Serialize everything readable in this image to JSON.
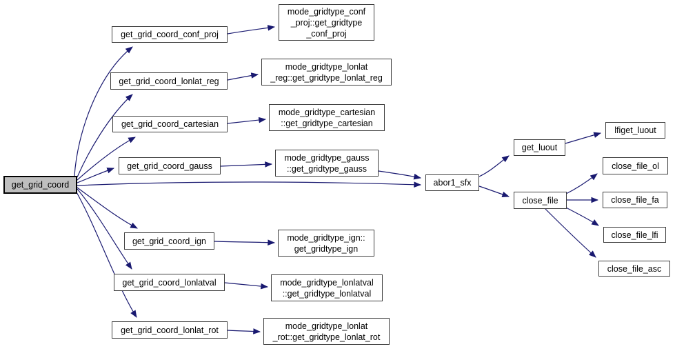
{
  "diagram": {
    "kind": "call-graph",
    "colors": {
      "edge": "#191970",
      "node_border": "#3d3d3d",
      "node_fill": "#ffffff",
      "highlight_node_fill": "#bfbfbf",
      "highlight_node_border": "#000000"
    },
    "nodes": {
      "main": {
        "label": "get_grid_coord"
      },
      "conf_proj": {
        "label": "get_grid_coord_conf_proj"
      },
      "lonlat_reg": {
        "label": "get_grid_coord_lonlat_reg"
      },
      "cartesian": {
        "label": "get_grid_coord_cartesian"
      },
      "gauss": {
        "label": "get_grid_coord_gauss"
      },
      "ign": {
        "label": "get_grid_coord_ign"
      },
      "lonlatval": {
        "label": "get_grid_coord_lonlatval"
      },
      "lonlat_rot": {
        "label": "get_grid_coord_lonlat_rot"
      },
      "mode_conf_proj": {
        "label": "mode_gridtype_conf\n_proj::get_gridtype\n_conf_proj"
      },
      "mode_lonlat_reg": {
        "label": "mode_gridtype_lonlat\n_reg::get_gridtype_lonlat_reg"
      },
      "mode_cartesian": {
        "label": "mode_gridtype_cartesian\n::get_gridtype_cartesian"
      },
      "mode_gauss": {
        "label": "mode_gridtype_gauss\n::get_gridtype_gauss"
      },
      "mode_ign": {
        "label": "mode_gridtype_ign::\nget_gridtype_ign"
      },
      "mode_lonlatval": {
        "label": "mode_gridtype_lonlatval\n::get_gridtype_lonlatval"
      },
      "mode_lonlat_rot": {
        "label": "mode_gridtype_lonlat\n_rot::get_gridtype_lonlat_rot"
      },
      "abor1_sfx": {
        "label": "abor1_sfx"
      },
      "get_luout": {
        "label": "get_luout"
      },
      "lfiget_luout": {
        "label": "lfiget_luout"
      },
      "close_file": {
        "label": "close_file"
      },
      "close_file_ol": {
        "label": "close_file_ol"
      },
      "close_file_fa": {
        "label": "close_file_fa"
      },
      "close_file_lfi": {
        "label": "close_file_lfi"
      },
      "close_file_asc": {
        "label": "close_file_asc"
      }
    },
    "edges": [
      {
        "from": "get_grid_coord",
        "to": "get_grid_coord_conf_proj"
      },
      {
        "from": "get_grid_coord",
        "to": "get_grid_coord_lonlat_reg"
      },
      {
        "from": "get_grid_coord",
        "to": "get_grid_coord_cartesian"
      },
      {
        "from": "get_grid_coord",
        "to": "get_grid_coord_gauss"
      },
      {
        "from": "get_grid_coord",
        "to": "abor1_sfx"
      },
      {
        "from": "get_grid_coord",
        "to": "get_grid_coord_ign"
      },
      {
        "from": "get_grid_coord",
        "to": "get_grid_coord_lonlatval"
      },
      {
        "from": "get_grid_coord",
        "to": "get_grid_coord_lonlat_rot"
      },
      {
        "from": "get_grid_coord_conf_proj",
        "to": "mode_gridtype_conf_proj::get_gridtype_conf_proj"
      },
      {
        "from": "get_grid_coord_lonlat_reg",
        "to": "mode_gridtype_lonlat_reg::get_gridtype_lonlat_reg"
      },
      {
        "from": "get_grid_coord_cartesian",
        "to": "mode_gridtype_cartesian::get_gridtype_cartesian"
      },
      {
        "from": "get_grid_coord_gauss",
        "to": "mode_gridtype_gauss::get_gridtype_gauss"
      },
      {
        "from": "get_grid_coord_ign",
        "to": "mode_gridtype_ign::get_gridtype_ign"
      },
      {
        "from": "get_grid_coord_lonlatval",
        "to": "mode_gridtype_lonlatval::get_gridtype_lonlatval"
      },
      {
        "from": "get_grid_coord_lonlat_rot",
        "to": "mode_gridtype_lonlat_rot::get_gridtype_lonlat_rot"
      },
      {
        "from": "mode_gridtype_gauss::get_gridtype_gauss",
        "to": "abor1_sfx"
      },
      {
        "from": "abor1_sfx",
        "to": "get_luout"
      },
      {
        "from": "abor1_sfx",
        "to": "close_file"
      },
      {
        "from": "get_luout",
        "to": "lfiget_luout"
      },
      {
        "from": "close_file",
        "to": "close_file_ol"
      },
      {
        "from": "close_file",
        "to": "close_file_fa"
      },
      {
        "from": "close_file",
        "to": "close_file_lfi"
      },
      {
        "from": "close_file",
        "to": "close_file_asc"
      }
    ]
  }
}
